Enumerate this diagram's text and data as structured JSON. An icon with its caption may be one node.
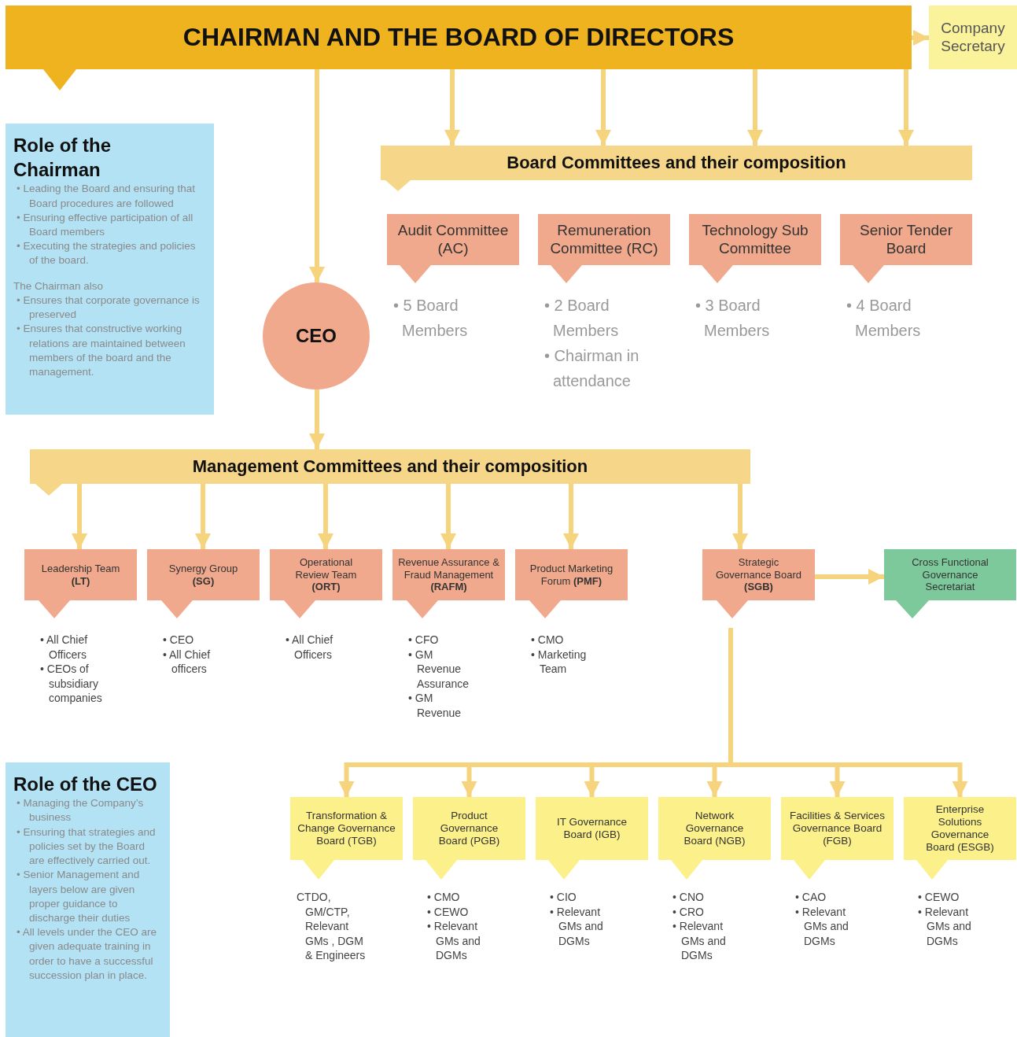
{
  "diagram": {
    "nodes": [
      {
        "text": [
          "CHAIRMAN AND THE BOARD OF DIRECTORS"
        ]
      },
      {
        "text": [
          "Company Secretary"
        ]
      },
      {
        "text": [
          "Role of the Chairman",
          "• Leading the Board and ensuring that Board procedures are followed",
          "• Ensuring effective participation of all Board members",
          "• Executing the strategies and policies of the board.",
          "The Chairman also",
          "• Ensures that corporate governance is preserved",
          "• Ensures that constructive working relations are maintained between members of the board and the management."
        ]
      },
      {
        "text": [
          "CEO"
        ]
      },
      {
        "text": [
          "Board Committees and their composition"
        ]
      },
      {
        "text": [
          "Audit Committee (AC)"
        ],
        "beside": [
          "• 5 Board Members"
        ]
      },
      {
        "text": [
          "Remuneration Committee (RC)"
        ],
        "beside": [
          "• 2 Board Members",
          "• Chairman in attendance"
        ]
      },
      {
        "text": [
          "Technology Sub Committee"
        ],
        "beside": [
          "• 3 Board Members"
        ]
      },
      {
        "text": [
          "Senior Tender Board"
        ],
        "beside": [
          "• 4 Board Members"
        ]
      },
      {
        "text": [
          "Management Committees and their composition"
        ]
      },
      {
        "text": [
          "Leadership Team **(LT)**"
        ],
        "beside": [
          "• All Chief Officers",
          "• CEOs of subsidiary companies"
        ]
      },
      {
        "text": [
          "Synergy Group **(SG)**"
        ],
        "beside": [
          "• CEO",
          "• All Chief officers"
        ]
      },
      {
        "text": [
          "Operational Review Team **(ORT)**"
        ],
        "beside": [
          "• All Chief Officers"
        ]
      },
      {
        "text": [
          "Revenue Assurance & Fraud Management **(RAFM)**"
        ],
        "beside": [
          "• CFO",
          "• GM Revenue Assurance",
          "• GM Revenue"
        ]
      },
      {
        "text": [
          "Product Marketing Forum **(PMF)**"
        ],
        "beside": [
          "• CMO",
          "• Marketing Team"
        ]
      },
      {
        "text": [
          "Strategic Governance Board **(SGB)**"
        ]
      },
      {
        "text": [
          "Cross Functional Governance Secretariat"
        ]
      },
      {
        "text": [
          "Role of the CEO",
          "• Managing the Company’s business",
          "• Ensuring that strategies and policies set by the Board are effectively carried out.",
          "• Senior Management and layers below are given proper guidance to discharge their duties",
          "• All levels under the CEO are given adequate training in order to have a successful succession plan in place."
        ]
      },
      {
        "text": [
          "Transformation & Change Governance Board (TGB)"
        ],
        "beside": [
          "CTDO, GM/CTP, Relevant GMs , DGM & Engineers"
        ]
      },
      {
        "text": [
          "Product Governance Board (PGB)"
        ],
        "beside": [
          "• CMO",
          "• CEWO",
          "• Relevant GMs and DGMs"
        ]
      },
      {
        "text": [
          "IT Governance Board (IGB)"
        ],
        "beside": [
          "• CIO",
          "• Relevant GMs and DGMs"
        ]
      },
      {
        "text": [
          "Network Governance Board (NGB)"
        ],
        "beside": [
          "• CNO",
          "• CRO",
          "• Relevant GMs and DGMs"
        ]
      },
      {
        "text": [
          "Facilities & Services Governance Board (FGB)"
        ],
        "beside": [
          "• CAO",
          "• Relevant GMs and DGMs"
        ]
      },
      {
        "text": [
          "Enterprise Solutions Governance Board (ESGB)"
        ],
        "beside": [
          "• CEWO",
          "• Relevant GMs and DGMs"
        ]
      }
    ],
    "edges": [
      {
        "from": 0,
        "to": 1,
        "arrow": "to"
      },
      {
        "from": 0,
        "to": 3,
        "arrow": "to"
      },
      {
        "from": 0,
        "to": 4,
        "arrow": "to"
      },
      {
        "from": 0,
        "to": 4,
        "arrow": "to"
      },
      {
        "from": 0,
        "to": 4,
        "arrow": "to"
      },
      {
        "from": 0,
        "to": 4,
        "arrow": "to"
      },
      {
        "from": 3,
        "to": 9,
        "arrow": "to"
      },
      {
        "from": 9,
        "to": 10,
        "arrow": "to"
      },
      {
        "from": 9,
        "to": 11,
        "arrow": "to"
      },
      {
        "from": 9,
        "to": 12,
        "arrow": "to"
      },
      {
        "from": 9,
        "to": 13,
        "arrow": "to"
      },
      {
        "from": 9,
        "to": 14,
        "arrow": "to"
      },
      {
        "from": 9,
        "to": 15,
        "arrow": "to"
      },
      {
        "from": 15,
        "to": 16,
        "arrow": "to"
      },
      {
        "from": 15,
        "to": 18,
        "arrow": "to"
      },
      {
        "from": 15,
        "to": 19,
        "arrow": "to"
      },
      {
        "from": 15,
        "to": 20,
        "arrow": "to"
      },
      {
        "from": 15,
        "to": 21,
        "arrow": "to"
      },
      {
        "from": 15,
        "to": 22,
        "arrow": "to"
      },
      {
        "from": 15,
        "to": 23,
        "arrow": "to"
      }
    ]
  }
}
